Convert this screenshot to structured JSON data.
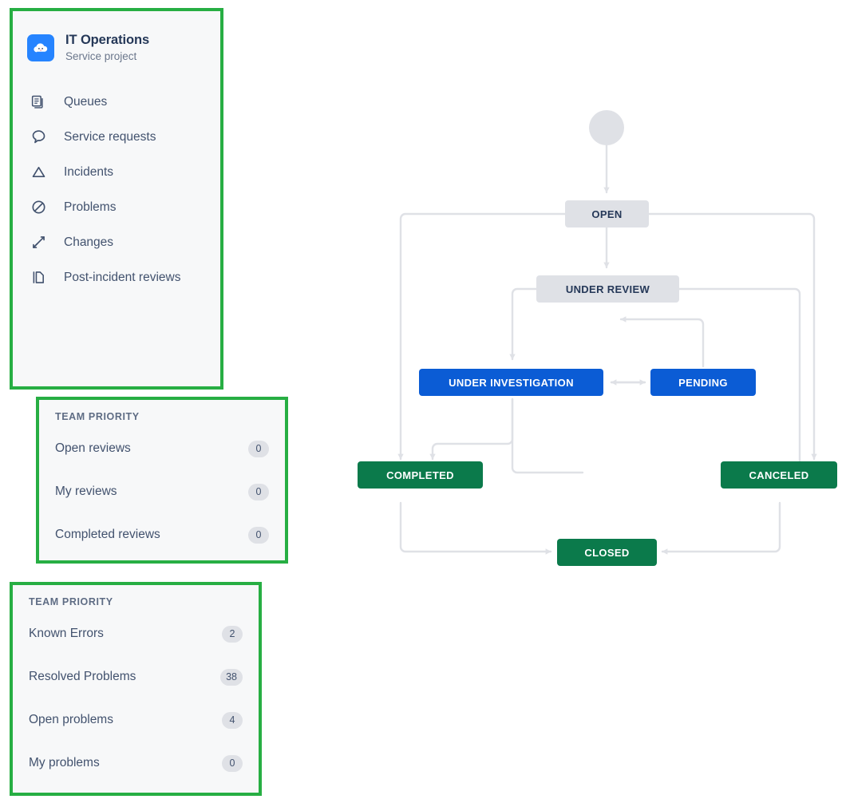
{
  "sidebar": {
    "project": {
      "avatar_icon": "cloud-avatar-icon",
      "title": "IT Operations",
      "subtitle": "Service project",
      "avatar_color": "#2684FF"
    },
    "items": [
      {
        "label": "Queues",
        "icon": "queues-icon"
      },
      {
        "label": "Service requests",
        "icon": "speech-bubble-icon"
      },
      {
        "label": "Incidents",
        "icon": "triangle-icon"
      },
      {
        "label": "Problems",
        "icon": "circle-slash-icon"
      },
      {
        "label": "Changes",
        "icon": "swap-arrows-icon"
      },
      {
        "label": "Post-incident reviews",
        "icon": "documents-icon"
      }
    ]
  },
  "reviews_panel": {
    "heading": "TEAM PRIORITY",
    "rows": [
      {
        "label": "Open reviews",
        "count": "0"
      },
      {
        "label": "My reviews",
        "count": "0"
      },
      {
        "label": "Completed reviews",
        "count": "0"
      }
    ]
  },
  "problems_panel": {
    "heading": "TEAM PRIORITY",
    "rows": [
      {
        "label": "Known Errors",
        "count": "2"
      },
      {
        "label": "Resolved Problems",
        "count": "38"
      },
      {
        "label": "Open problems",
        "count": "4"
      },
      {
        "label": "My problems",
        "count": "0"
      }
    ]
  },
  "workflow": {
    "start_node": "start-circle",
    "colors": {
      "gray": "#DFE1E6",
      "blue": "#0B5CD5",
      "green": "#0B7A4B",
      "connector": "#DFE1E6",
      "gray_text": "#253858"
    },
    "nodes": [
      {
        "id": "open",
        "label": "OPEN",
        "status": "gray"
      },
      {
        "id": "under-review",
        "label": "UNDER REVIEW",
        "status": "gray"
      },
      {
        "id": "under-investigation",
        "label": "UNDER INVESTIGATION",
        "status": "blue"
      },
      {
        "id": "pending",
        "label": "PENDING",
        "status": "blue"
      },
      {
        "id": "completed",
        "label": "COMPLETED",
        "status": "green"
      },
      {
        "id": "canceled",
        "label": "CANCELED",
        "status": "green"
      },
      {
        "id": "closed",
        "label": "CLOSED",
        "status": "green"
      }
    ],
    "transitions": [
      {
        "from": "start",
        "to": "open"
      },
      {
        "from": "open",
        "to": "under-review"
      },
      {
        "from": "open",
        "to": "completed"
      },
      {
        "from": "open",
        "to": "canceled"
      },
      {
        "from": "under-review",
        "to": "under-investigation"
      },
      {
        "from": "under-review",
        "to": "canceled"
      },
      {
        "from": "under-investigation",
        "to": "pending"
      },
      {
        "from": "pending",
        "to": "under-investigation"
      },
      {
        "from": "under-investigation",
        "to": "canceled"
      },
      {
        "from": "under-investigation",
        "to": "completed"
      },
      {
        "from": "completed",
        "to": "under-investigation"
      },
      {
        "from": "completed",
        "to": "closed"
      },
      {
        "from": "canceled",
        "to": "closed"
      },
      {
        "from": "pending",
        "to": "under-review"
      }
    ]
  }
}
